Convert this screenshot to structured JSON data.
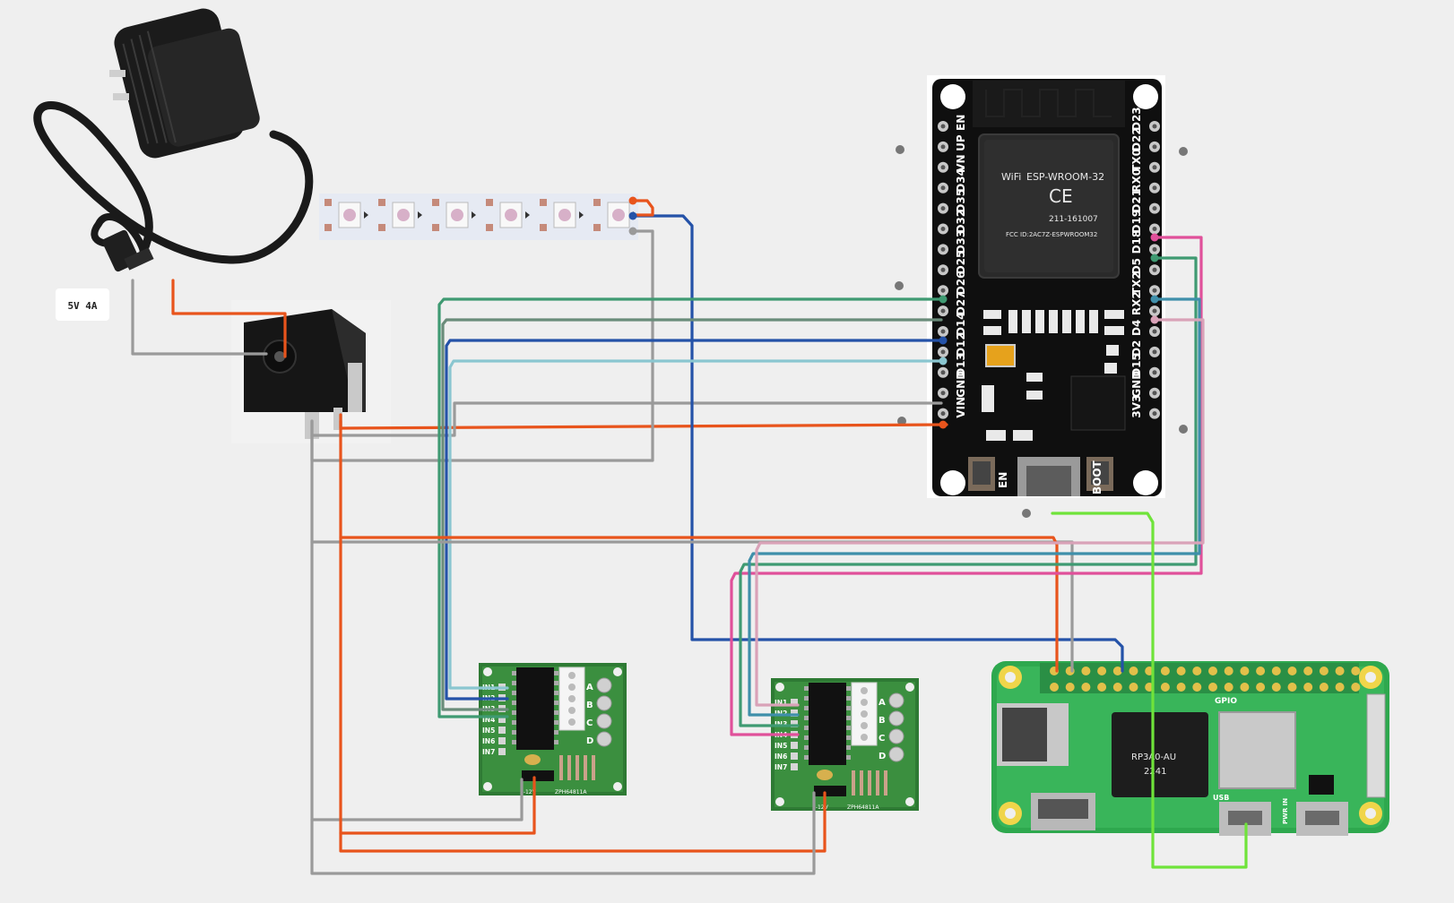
{
  "power_supply": {
    "label": "5V 4A"
  },
  "esp32": {
    "module_label": "ESP-WROOM-32",
    "wifi_mark": "WiFi",
    "cert_text": "211-161007",
    "fcc_text": "FCC ID:2AC7Z-ESPWROOM32",
    "left_pins": [
      "EN",
      "UP",
      "VN",
      "D34",
      "D35",
      "D32",
      "D33",
      "D25",
      "D26",
      "D27",
      "D14",
      "D12",
      "D13",
      "GND",
      "VIN"
    ],
    "right_pins": [
      "D23",
      "D22",
      "TX0",
      "RX0",
      "D21",
      "D19",
      "D18",
      "D5",
      "TX2",
      "RX2",
      "D4",
      "D2",
      "D15",
      "GND",
      "3V3"
    ],
    "en_button": "EN",
    "boot_button": "BOOT"
  },
  "driver_board": {
    "input_labels": [
      "IN1",
      "IN2",
      "IN3",
      "IN4",
      "IN5",
      "IN6",
      "IN7"
    ],
    "phase_labels": [
      "A",
      "B",
      "C",
      "D"
    ],
    "power_labels": [
      "5-12V"
    ],
    "part_code": "ZPH64811A"
  },
  "raspberry_pi": {
    "gpio_label": "GPIO",
    "usb_label": "USB",
    "pwr_label": "PWR IN",
    "chip_label": "RP3A0-AU",
    "chip_code": "2241"
  },
  "colors": {
    "red": "#e8541c",
    "gray": "#9a9a9a",
    "blue": "#2452a8",
    "green": "#3f9a72",
    "gray_green": "#6a8c7a",
    "light_blue": "#8ac6d0",
    "pink": "#e0509a",
    "lime": "#6fe33a",
    "teal": "#3f8faa",
    "light_pink": "#d9a2b8"
  }
}
